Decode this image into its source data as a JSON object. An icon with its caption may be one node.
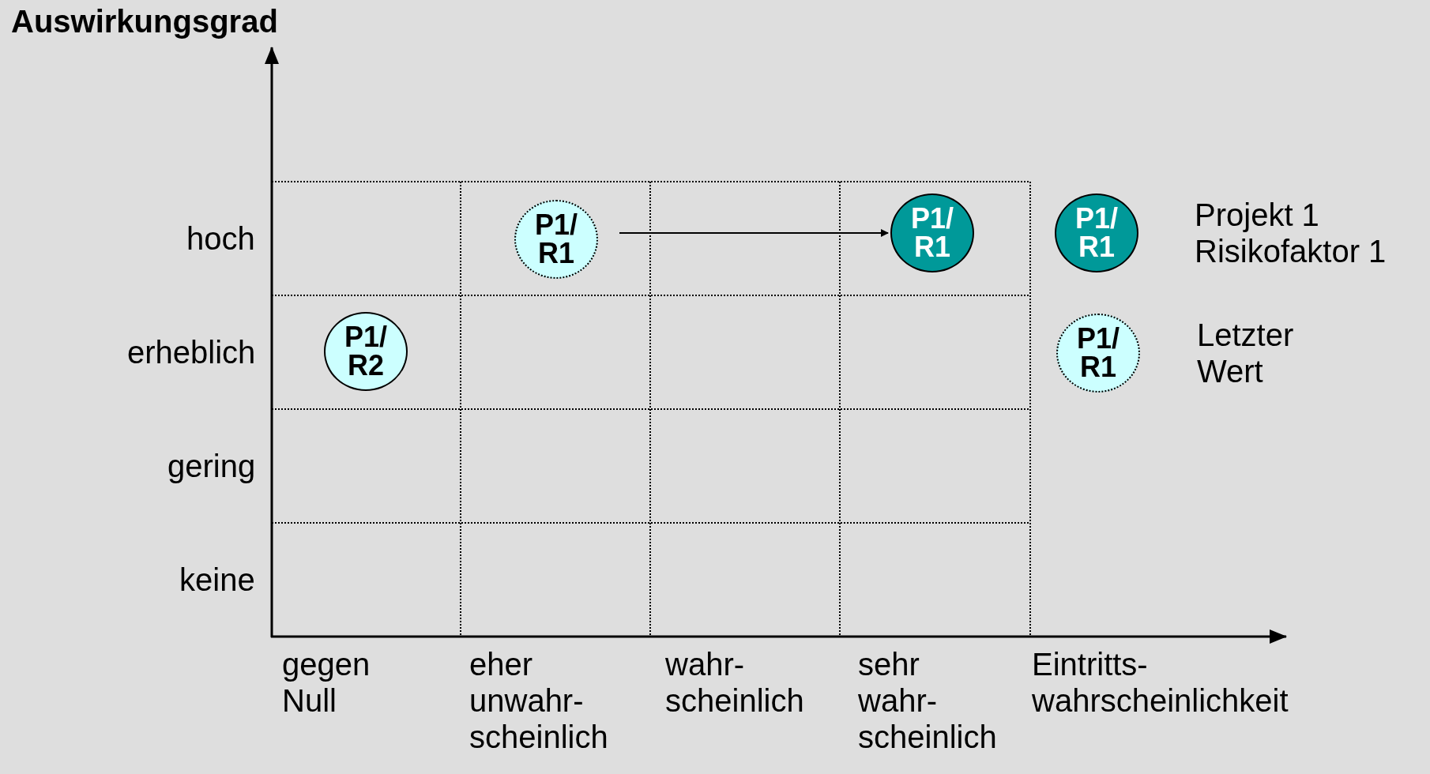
{
  "diagram": {
    "nodes": [
      {
        "text": [
          "P1/ R1"
        ]
      },
      {
        "text": [
          "P1/ R1"
        ]
      },
      {
        "text": [
          "P1/ R1"
        ],
        "beside": [
          "Projekt 1 Risikofaktor 1"
        ]
      },
      {
        "text": [
          "P1/ R2"
        ]
      },
      {
        "text": [
          "P1/ R1"
        ],
        "beside": [
          "Letzter Wert"
        ]
      }
    ],
    "edges": [
      {
        "from": 0,
        "to": 1,
        "arrow": "to"
      }
    ],
    "labels": [
      "Auswirkungsgrad",
      "hoch",
      "erheblich",
      "gering",
      "keine",
      "gegen Null",
      "eher unwahr- scheinlich",
      "wahr- scheinlich",
      "sehr wahr- scheinlich",
      "Eintritts- wahrscheinlichkeit"
    ]
  }
}
